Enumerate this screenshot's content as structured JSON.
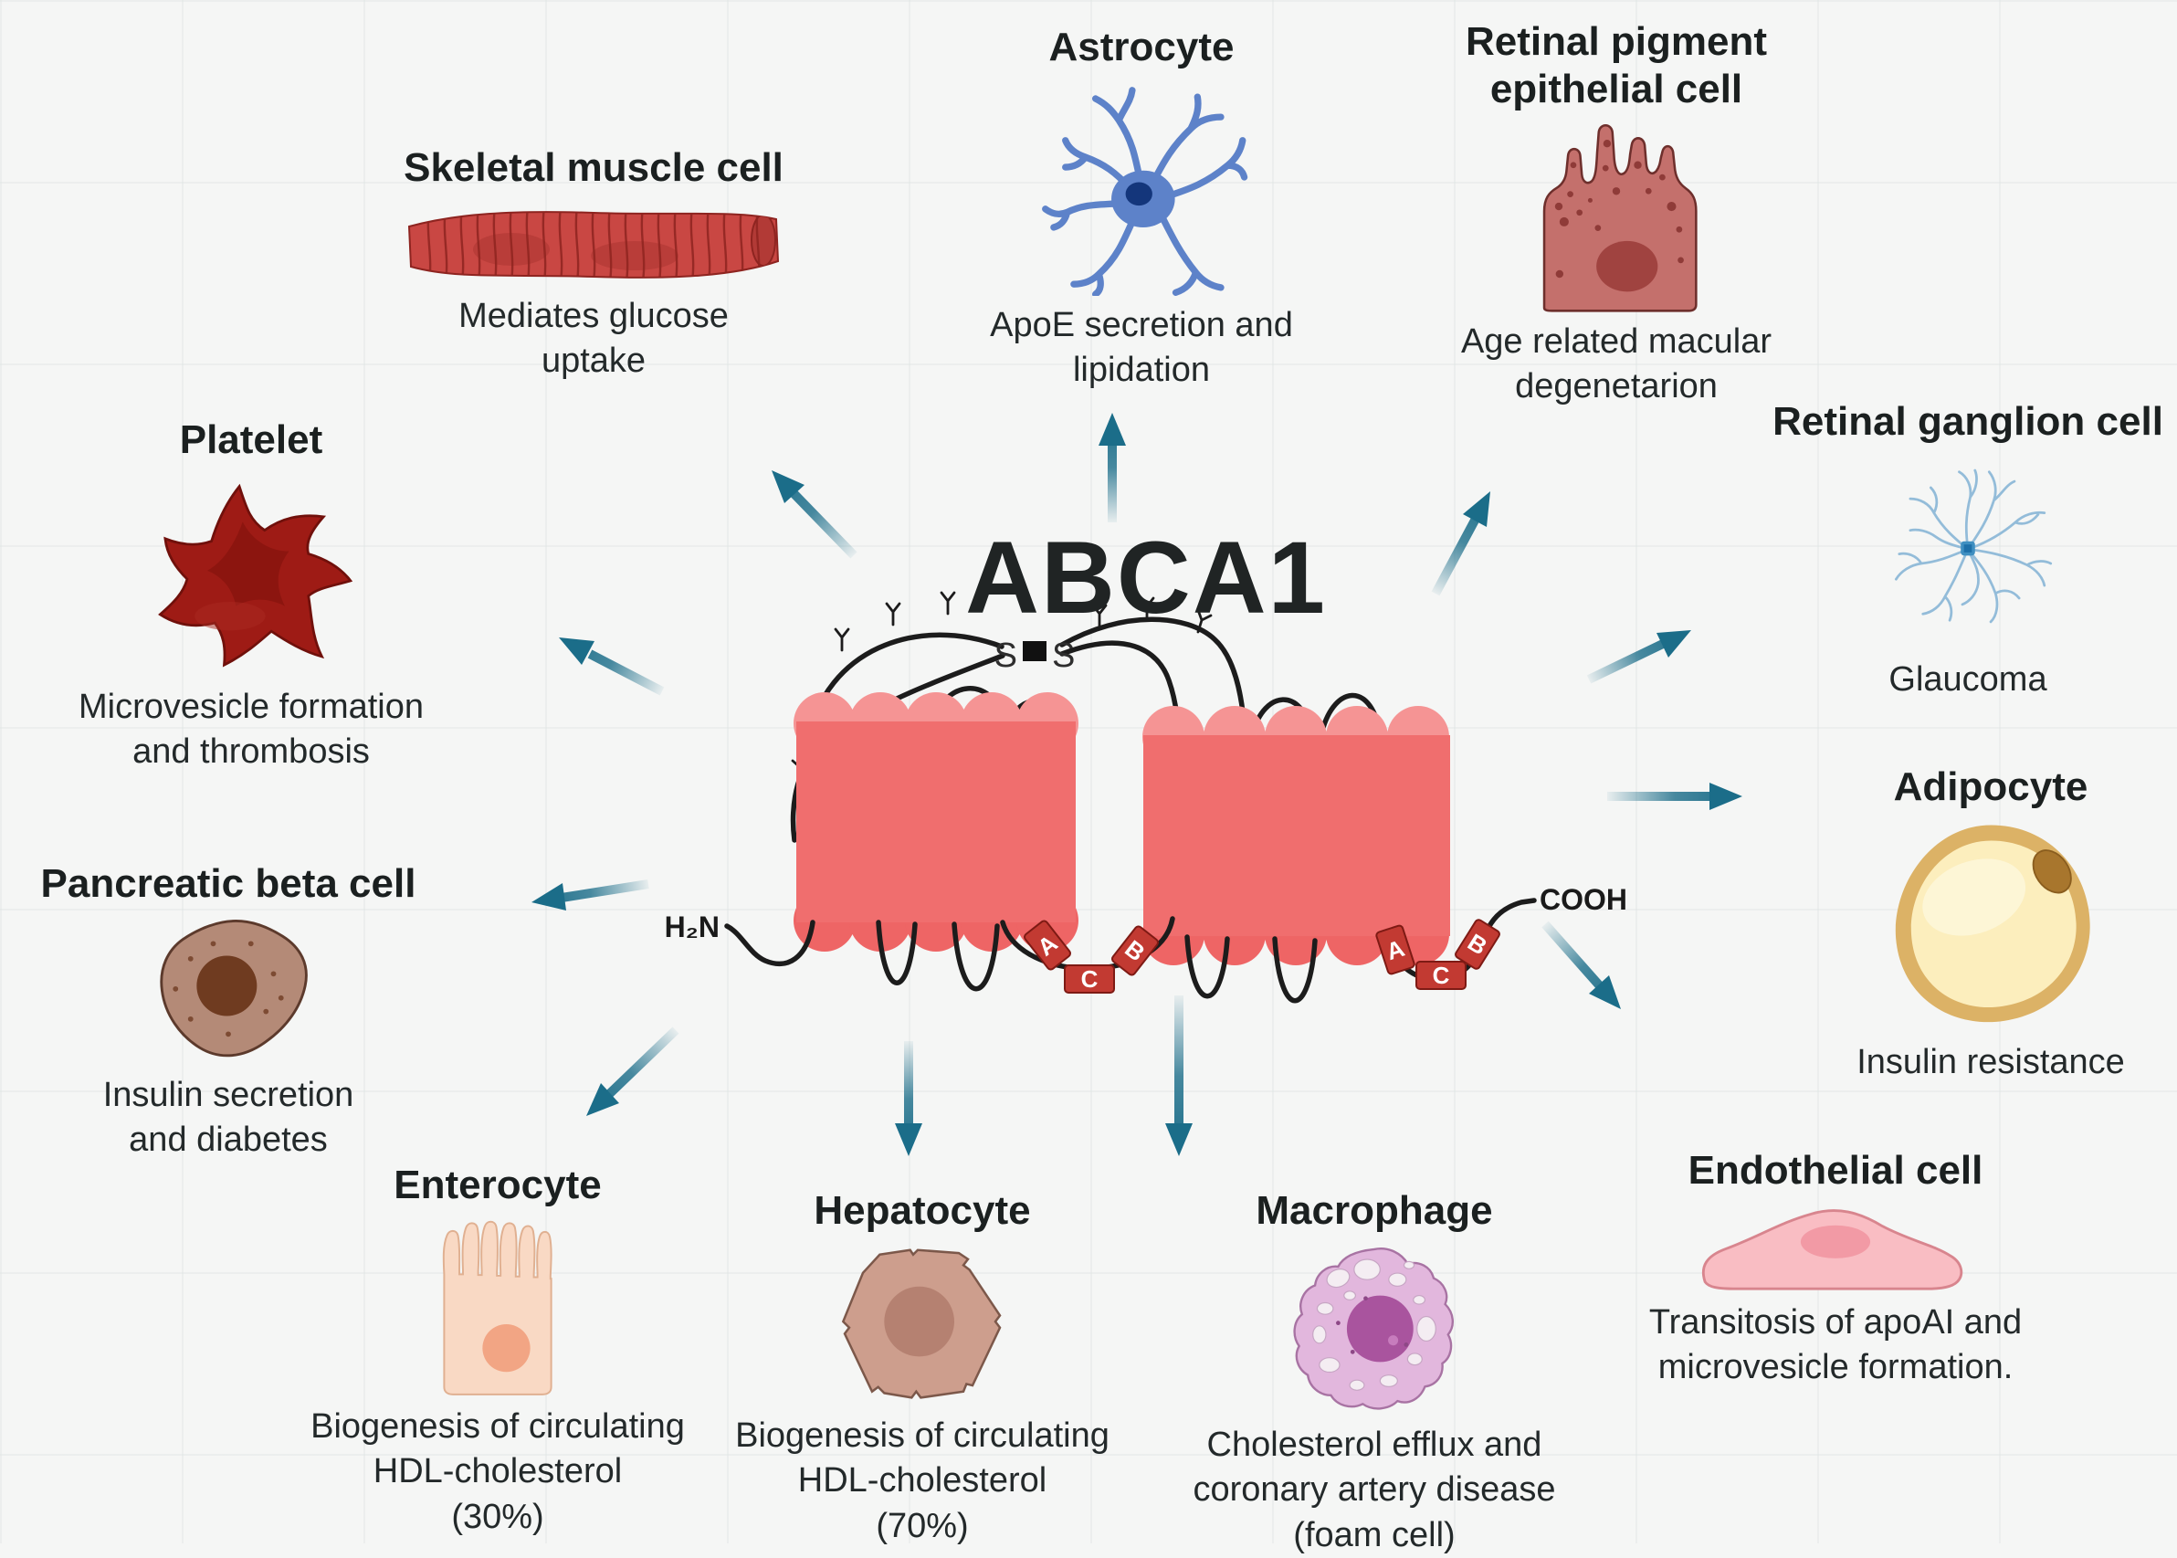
{
  "title": "ABCA1",
  "protein": {
    "n_terminus": "H₂N",
    "c_terminus": "COOH",
    "disulfide": [
      "S",
      "S"
    ],
    "nbd1_motifs": [
      "A",
      "C",
      "B"
    ],
    "nbd2_motifs": [
      "A",
      "C",
      "B"
    ]
  },
  "colors": {
    "arrow": "#1b6d89",
    "protein_body": "#f06e6e",
    "protein_scallop_top": "#f59494",
    "nbd_box": "#c23a32",
    "title": "#202424",
    "background": "#f5f6f5"
  },
  "cells": [
    {
      "id": "skeletal-muscle",
      "title": "Skeletal muscle cell",
      "caption": "Mediates glucose\nuptake"
    },
    {
      "id": "astrocyte",
      "title": "Astrocyte",
      "caption": "ApoE secretion and\nlipidation"
    },
    {
      "id": "retinal-pigment-epithelial",
      "title": "Retinal pigment\nepithelial cell",
      "caption": "Age related macular\ndegenetarion"
    },
    {
      "id": "retinal-ganglion",
      "title": "Retinal ganglion cell",
      "caption": "Glaucoma"
    },
    {
      "id": "adipocyte",
      "title": "Adipocyte",
      "caption": "Insulin resistance"
    },
    {
      "id": "endothelial",
      "title": "Endothelial cell",
      "caption": "Transitosis of apoAI and\nmicrovesicle formation."
    },
    {
      "id": "macrophage",
      "title": "Macrophage",
      "caption": "Cholesterol efflux and\ncoronary artery disease\n(foam cell)"
    },
    {
      "id": "hepatocyte",
      "title": "Hepatocyte",
      "caption": "Biogenesis of circulating\nHDL-cholesterol\n(70%)"
    },
    {
      "id": "enterocyte",
      "title": "Enterocyte",
      "caption": "Biogenesis of circulating\nHDL-cholesterol\n(30%)"
    },
    {
      "id": "pancreatic-beta",
      "title": "Pancreatic beta cell",
      "caption": "Insulin secretion\nand diabetes"
    },
    {
      "id": "platelet",
      "title": "Platelet",
      "caption": "Microvesicle formation\nand thrombosis"
    }
  ]
}
